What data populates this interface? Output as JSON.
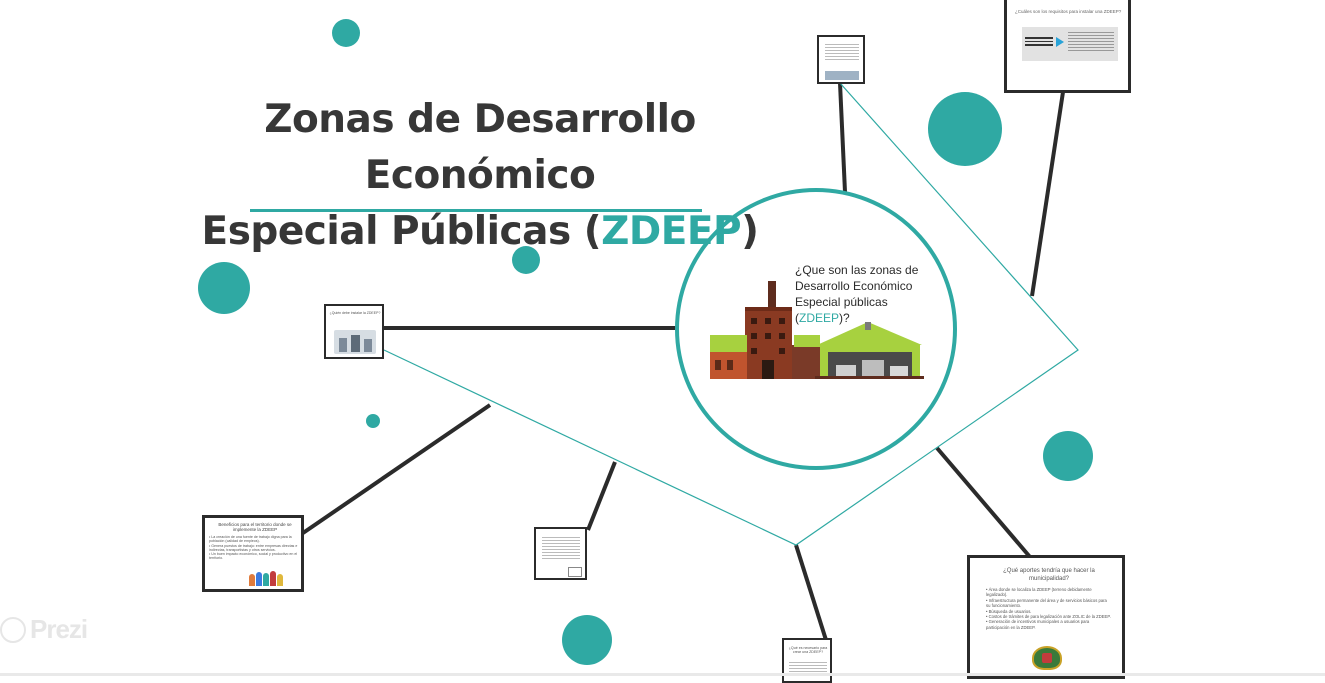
{
  "title": {
    "line1": "Zonas de Desarrollo Económico",
    "line2_prefix": "Especial Públicas (",
    "line2_accent": "ZDEEP",
    "line2_suffix": ")"
  },
  "hub": {
    "question_prefix": "¿Que son las zonas de Desarrollo Económico Especial públicas (",
    "question_accent": "ZDEEP",
    "question_suffix": ")?"
  },
  "frames": {
    "top_right": {
      "title": "¿Cuáles son los requisitos para instalar una ZDEEP?"
    },
    "left_mid": {
      "title": "¿Quién debe instalar la ZDEEP?"
    },
    "bottom_left": {
      "title": "Beneficios para el territorio donde se implemente la ZDEEP",
      "items": [
        "• La creación de una fuente de trabajo digna para la población (calidad de empleos).",
        "• Genera puestos de trabajo: entre empresas directas e indirectas, transportistas y otros servicios.",
        "• Un buen impacto económico, social y productivo en el territorio."
      ]
    },
    "bottom_right": {
      "title": "¿Qué aportes tendría que hacer la municipalidad?",
      "items": [
        "• Área donde se localiza la ZDEEP (terreno debidamente legalizado).",
        "• Infraestructura permanente del área y de servicios básicos para su funcionamiento.",
        "• Búsqueda de usuarios.",
        "• Costos de trámites de para legalización ante ZOLIC de la ZDEEP.",
        "• Generación de incentivos municipales a usuarios para participación en la ZDEEP."
      ]
    },
    "bottom_center": {
      "title": "¿Qué es necesario para crear una ZDEEP?"
    }
  },
  "brand": {
    "logo": "Prezi"
  },
  "colors": {
    "accent": "#2fa9a3",
    "dark": "#2b2b2b",
    "text": "#373737"
  }
}
